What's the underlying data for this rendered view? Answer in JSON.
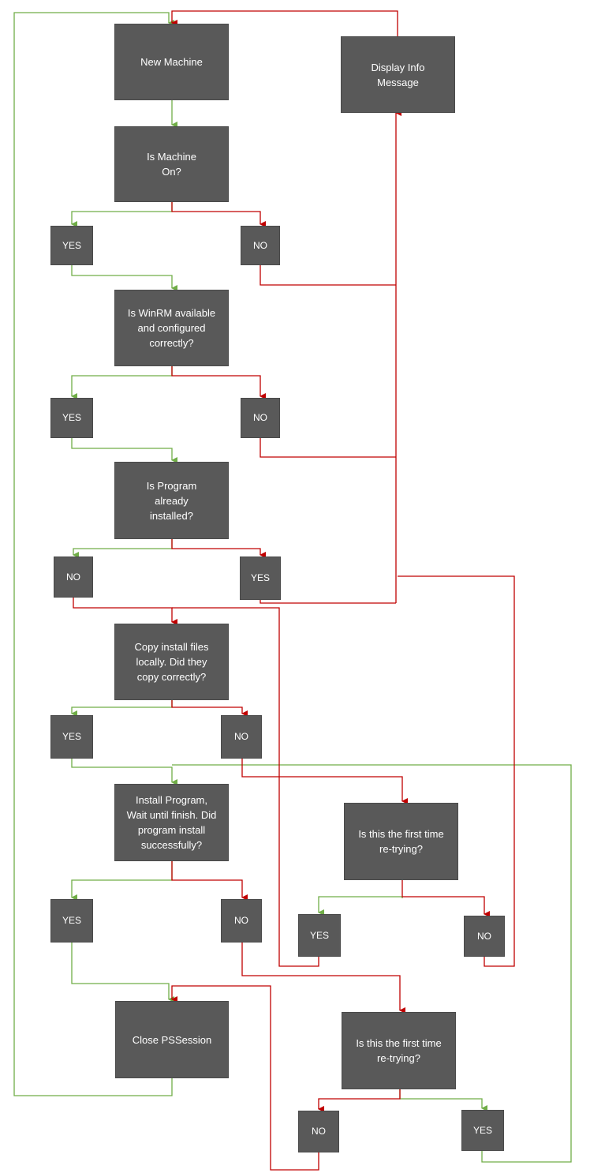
{
  "colors": {
    "box_fill": "#595959",
    "box_text": "#ffffff",
    "yes_path": "#70ad47",
    "no_path": "#c00000"
  },
  "nodes": {
    "new_machine": "New Machine",
    "display_info": "Display Info\nMessage",
    "is_machine_on": "Is Machine\nOn?",
    "machine_on_yes": "YES",
    "machine_on_no": "NO",
    "is_winrm": "Is WinRM available\nand configured\ncorrectly?",
    "winrm_yes": "YES",
    "winrm_no": "NO",
    "is_installed": "Is Program\nalready\ninstalled?",
    "installed_no": "NO",
    "installed_yes": "YES",
    "copy_files": "Copy install files\nlocally. Did they\ncopy correctly?",
    "copy_yes": "YES",
    "copy_no": "NO",
    "install_program": "Install Program,\nWait until finish. Did\nprogram install\nsuccessfully?",
    "retry_copy": "Is this the first time\nre-trying?",
    "install_yes": "YES",
    "install_no": "NO",
    "retry_copy_yes": "YES",
    "retry_copy_no": "NO",
    "close_session": "Close PSSession",
    "retry_install": "Is this the first time\nre-trying?",
    "retry_install_no": "NO",
    "retry_install_yes": "YES"
  }
}
